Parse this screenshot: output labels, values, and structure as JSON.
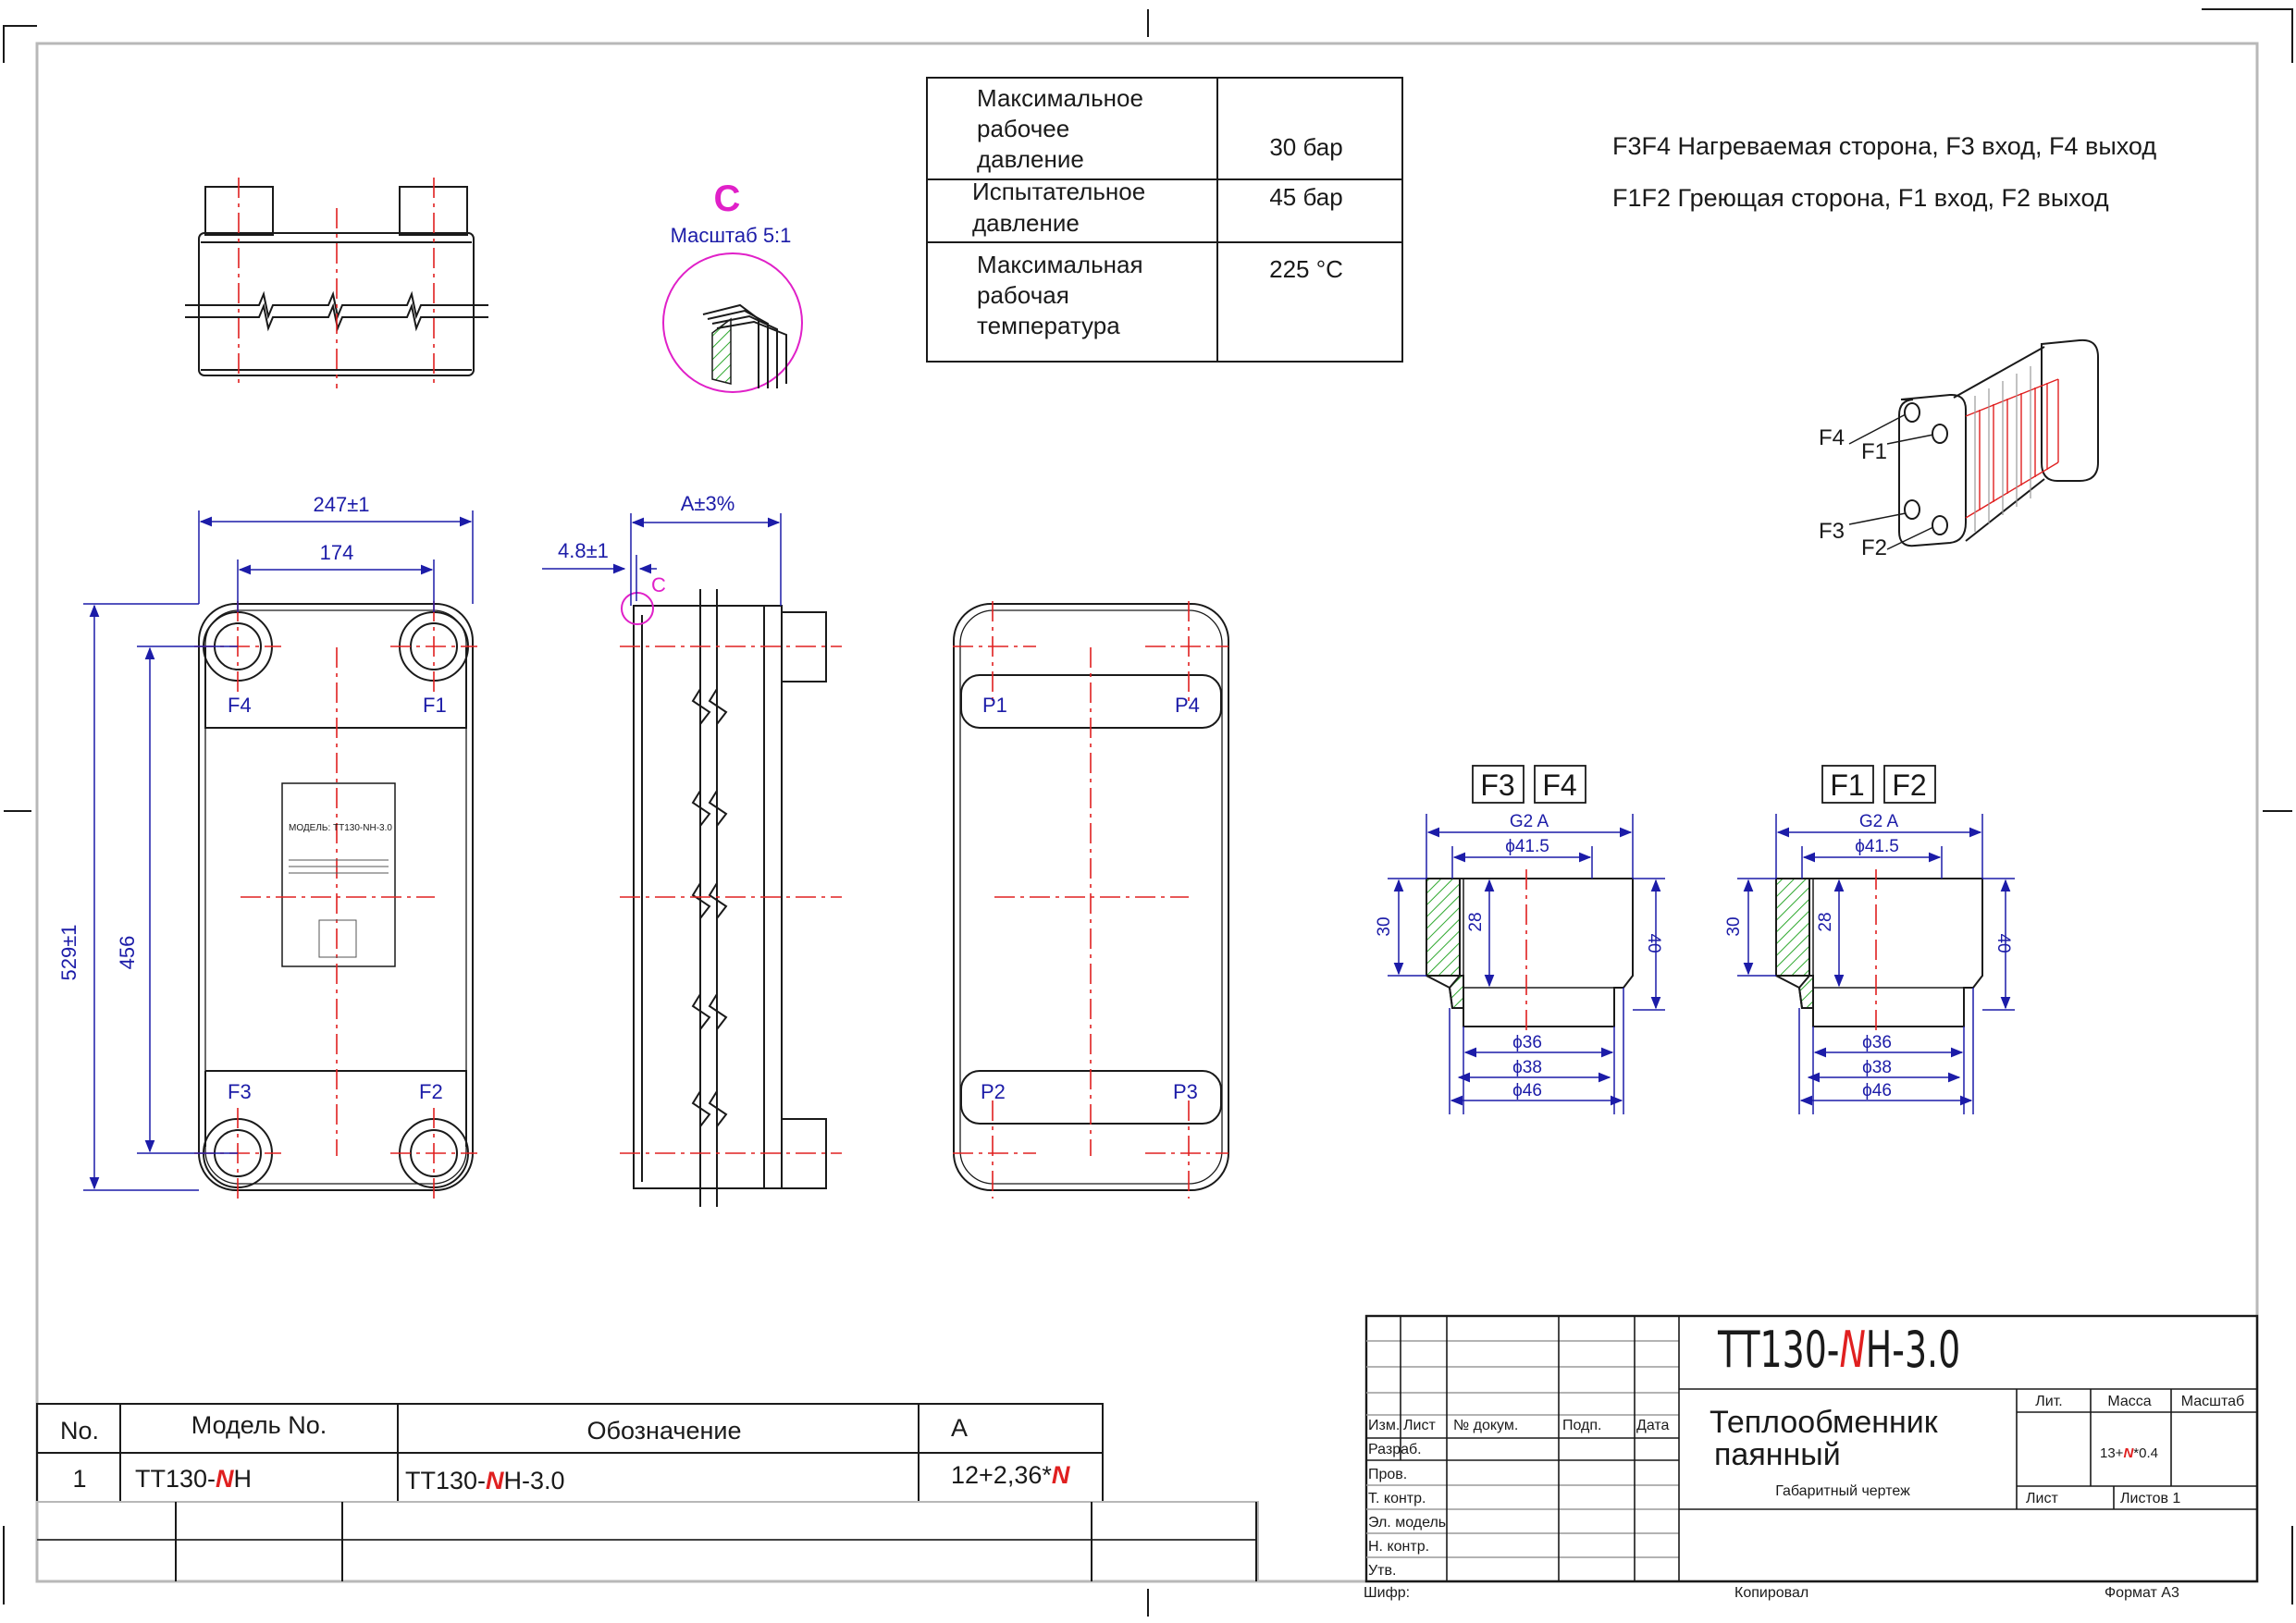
{
  "specs": [
    {
      "label_lines": [
        "Максимальное",
        "рабочее",
        "давление"
      ],
      "value": "30 бар"
    },
    {
      "label_lines": [
        "Испытательное",
        "давление"
      ],
      "value": "45 бар"
    },
    {
      "label_lines": [
        "Максимальная",
        "рабочая",
        "температура"
      ],
      "value": "225 °C"
    }
  ],
  "notes": {
    "heated_side": "F3F4 Нагреваемая сторона, F3 вход, F4 выход",
    "heating_side": "F1F2 Греющая сторона, F1 вход, F2 выход"
  },
  "detail": {
    "letter": "C",
    "scale": "Масштаб 5:1"
  },
  "dims": {
    "width": "247±1",
    "port_spacing": "174",
    "height": "529±1",
    "port_vertical": "456",
    "thickness": "A±3%",
    "frame": "4.8±1",
    "detail_ref": "C"
  },
  "ports_front": {
    "f4": "F4",
    "f1": "F1",
    "f3": "F3",
    "f2": "F2"
  },
  "ports_back": {
    "p1": "P1",
    "p4": "P4",
    "p2": "P2",
    "p3": "P3"
  },
  "nameplate": {
    "model": "МОДЕЛЬ: ТТ130-NH-3.0"
  },
  "iso_labels": {
    "f4": "F4",
    "f1": "F1",
    "f3": "F3",
    "f2": "F2"
  },
  "connections": [
    {
      "tags": [
        "F3",
        "F4"
      ],
      "thread": "G2  A",
      "d_inner_top": "ϕ41.5",
      "h_outer": "30",
      "h_bore": "28",
      "h_total": "40",
      "d1": "ϕ36",
      "d2": "ϕ38",
      "d3": "ϕ46"
    },
    {
      "tags": [
        "F1",
        "F2"
      ],
      "thread": "G2  A",
      "d_inner_top": "ϕ41.5",
      "h_outer": "30",
      "h_bore": "28",
      "h_total": "40",
      "d1": "ϕ36",
      "d2": "ϕ38",
      "d3": "ϕ46"
    }
  ],
  "model_table": {
    "headers": [
      "No.",
      "Модель No.",
      "Обозначение",
      "A"
    ],
    "row": {
      "no": "1",
      "model_prefix": "TT130-",
      "model_var": "N",
      "model_suffix": "H",
      "designation_prefix": "TT130-",
      "designation_var": "N",
      "designation_suffix": "H-3.0",
      "a_prefix": "12+2,36*",
      "a_var": "N"
    }
  },
  "title_block": {
    "code_prefix": "TT130-",
    "code_var": "N",
    "code_suffix": "H-3.0",
    "name_line1": "Теплообменник",
    "name_line2": "паянный",
    "doc_type": "Габаритный чертеж",
    "col_headers": [
      "Изм.",
      "Лист",
      "№ докум.",
      "Подп.",
      "Дата"
    ],
    "roles": [
      "Разраб.",
      "Пров.",
      "Т. контр.",
      "Эл. модель",
      "Н. контр.",
      "Утв."
    ],
    "lit_label": "Лит.",
    "mass_label": "Масса",
    "scale_label": "Масштаб",
    "mass_prefix": "13+",
    "mass_var": "N",
    "mass_suffix": "*0.4",
    "sheet_label": "Лист",
    "sheets_label": "Листов 1",
    "cipher_label": "Шифр:",
    "copied_label": "Копировал",
    "format_label": "Формат А3"
  },
  "colors": {
    "line": "#1a1a1a",
    "dimension": "#1c1ca8",
    "centerline": "#e02020",
    "magenta": "#e020c8",
    "hatch": "#2ea82e",
    "variable": "#e02020"
  }
}
